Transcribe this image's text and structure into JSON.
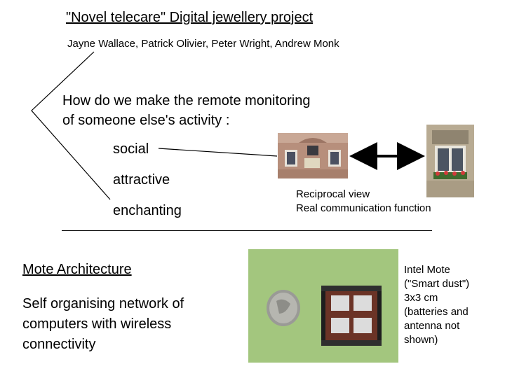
{
  "slide": {
    "title": "\"Novel telecare\" Digital jewellery project",
    "authors": "Jayne Wallace, Patrick Olivier, Peter Wright, Andrew Monk",
    "question_line1": "How do we make the remote monitoring",
    "question_line2": "of someone else's activity :",
    "bullets": [
      "social",
      "attractive",
      "enchanting"
    ],
    "reciprocal_line1": "Reciprocal view",
    "reciprocal_line2": "Real communication function",
    "mote": {
      "title": "Mote Architecture",
      "description_lines": [
        "Self organising network of",
        "computers with wireless",
        "connectivity"
      ],
      "caption_lines": [
        "Intel Mote",
        "(\"Smart dust\")",
        "3x3 cm",
        "(batteries and",
        "antenna not",
        "shown)"
      ]
    }
  },
  "images": {
    "house_left": "photo of building facade with windows",
    "house_right": "photo of window with flower box",
    "mote_photo": "photo of coin next to Intel Mote circuit board"
  }
}
